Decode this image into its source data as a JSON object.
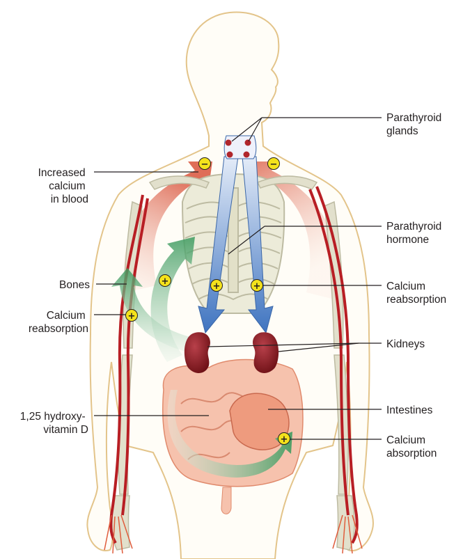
{
  "labels": {
    "parathyroid_glands": [
      "Parathyroid",
      "glands"
    ],
    "increased_calcium": [
      "Increased",
      "calcium",
      "in blood"
    ],
    "parathyroid_hormone": [
      "Parathyroid",
      "hormone"
    ],
    "bones": [
      "Bones"
    ],
    "calcium_reabsorption_right": [
      "Calcium",
      "reabsorption"
    ],
    "calcium_reabsorption_left": [
      "Calcium",
      "reabsorption"
    ],
    "kidneys": [
      "Kidneys"
    ],
    "vitamin_d": [
      "1,25 hydroxy-",
      "vitamin D"
    ],
    "intestines": [
      "Intestines"
    ],
    "calcium_absorption": [
      "Calcium",
      "absorption"
    ]
  },
  "signs": {
    "minus": "−",
    "plus": "+"
  },
  "colors": {
    "body_outline": "#e3c48a",
    "skeleton": "#d8d6bf",
    "blood_vessel": "#b81e24",
    "hormone_arrow": "#4a7fc4",
    "feedback_arrow": "#d9614a",
    "calcium_arrow": "#3c9a5e",
    "kidney": "#8e1c21",
    "intestine": "#f0a183",
    "sign_fill": "#f4e21c"
  }
}
